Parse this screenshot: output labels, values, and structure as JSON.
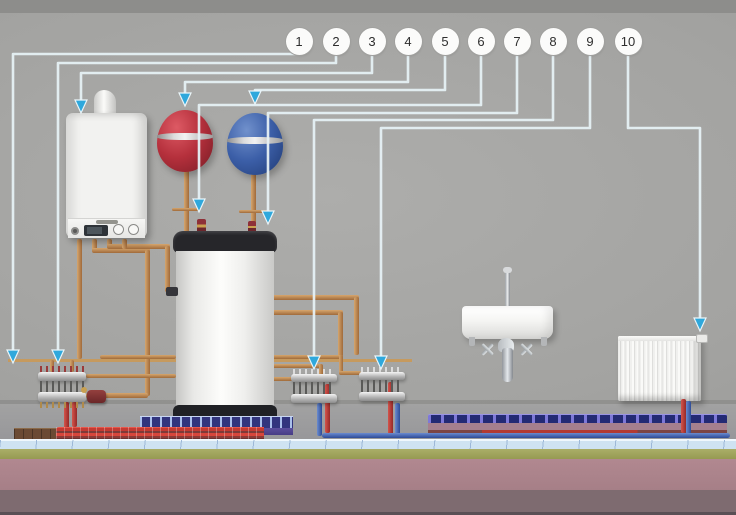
{
  "figure": {
    "kind": "heating-system-installation-diagram",
    "callouts": [
      {
        "number": "1",
        "target": "wall-supply-pipe"
      },
      {
        "number": "2",
        "target": "heating-distribution-manifold"
      },
      {
        "number": "3",
        "target": "wall-mounted-boiler"
      },
      {
        "number": "4",
        "target": "expansion-tank-red"
      },
      {
        "number": "5",
        "target": "expansion-tank-blue"
      },
      {
        "number": "6",
        "target": "safety-group-valve"
      },
      {
        "number": "7",
        "target": "hot-water-storage-tank"
      },
      {
        "number": "8",
        "target": "underfloor-heating-manifold-left"
      },
      {
        "number": "9",
        "target": "underfloor-heating-manifold-right"
      },
      {
        "number": "10",
        "target": "panel-radiator"
      }
    ],
    "other_components": [
      "wash-basin",
      "flue-pipe",
      "circulation-pump",
      "floor-heating-coil-red",
      "floor-heating-coil-violet",
      "insulation-layer",
      "screed-layers"
    ],
    "colors": {
      "wall": "#a3a3a1",
      "wall_top_band": "#8d8d8b",
      "leader_line": "#e6f1f5",
      "arrow_blue": "#2fa8dc",
      "copper_pipe": "#b9854f",
      "hot_pipe_red": "#c23a32",
      "cold_pipe_blue": "#3d5fae",
      "expansion_tank_red": "#b5303c",
      "expansion_tank_blue": "#3c5fa8",
      "storage_tank_white": "#f4f4f2",
      "storage_tank_cap": "#26262a",
      "floor_insulation": "#cfe3f2",
      "floor_green": "#a2a65f",
      "floor_mauve": "#ae858d",
      "floor_dark": "#7e6b70",
      "coil_violet": "#5b4f9e"
    }
  }
}
